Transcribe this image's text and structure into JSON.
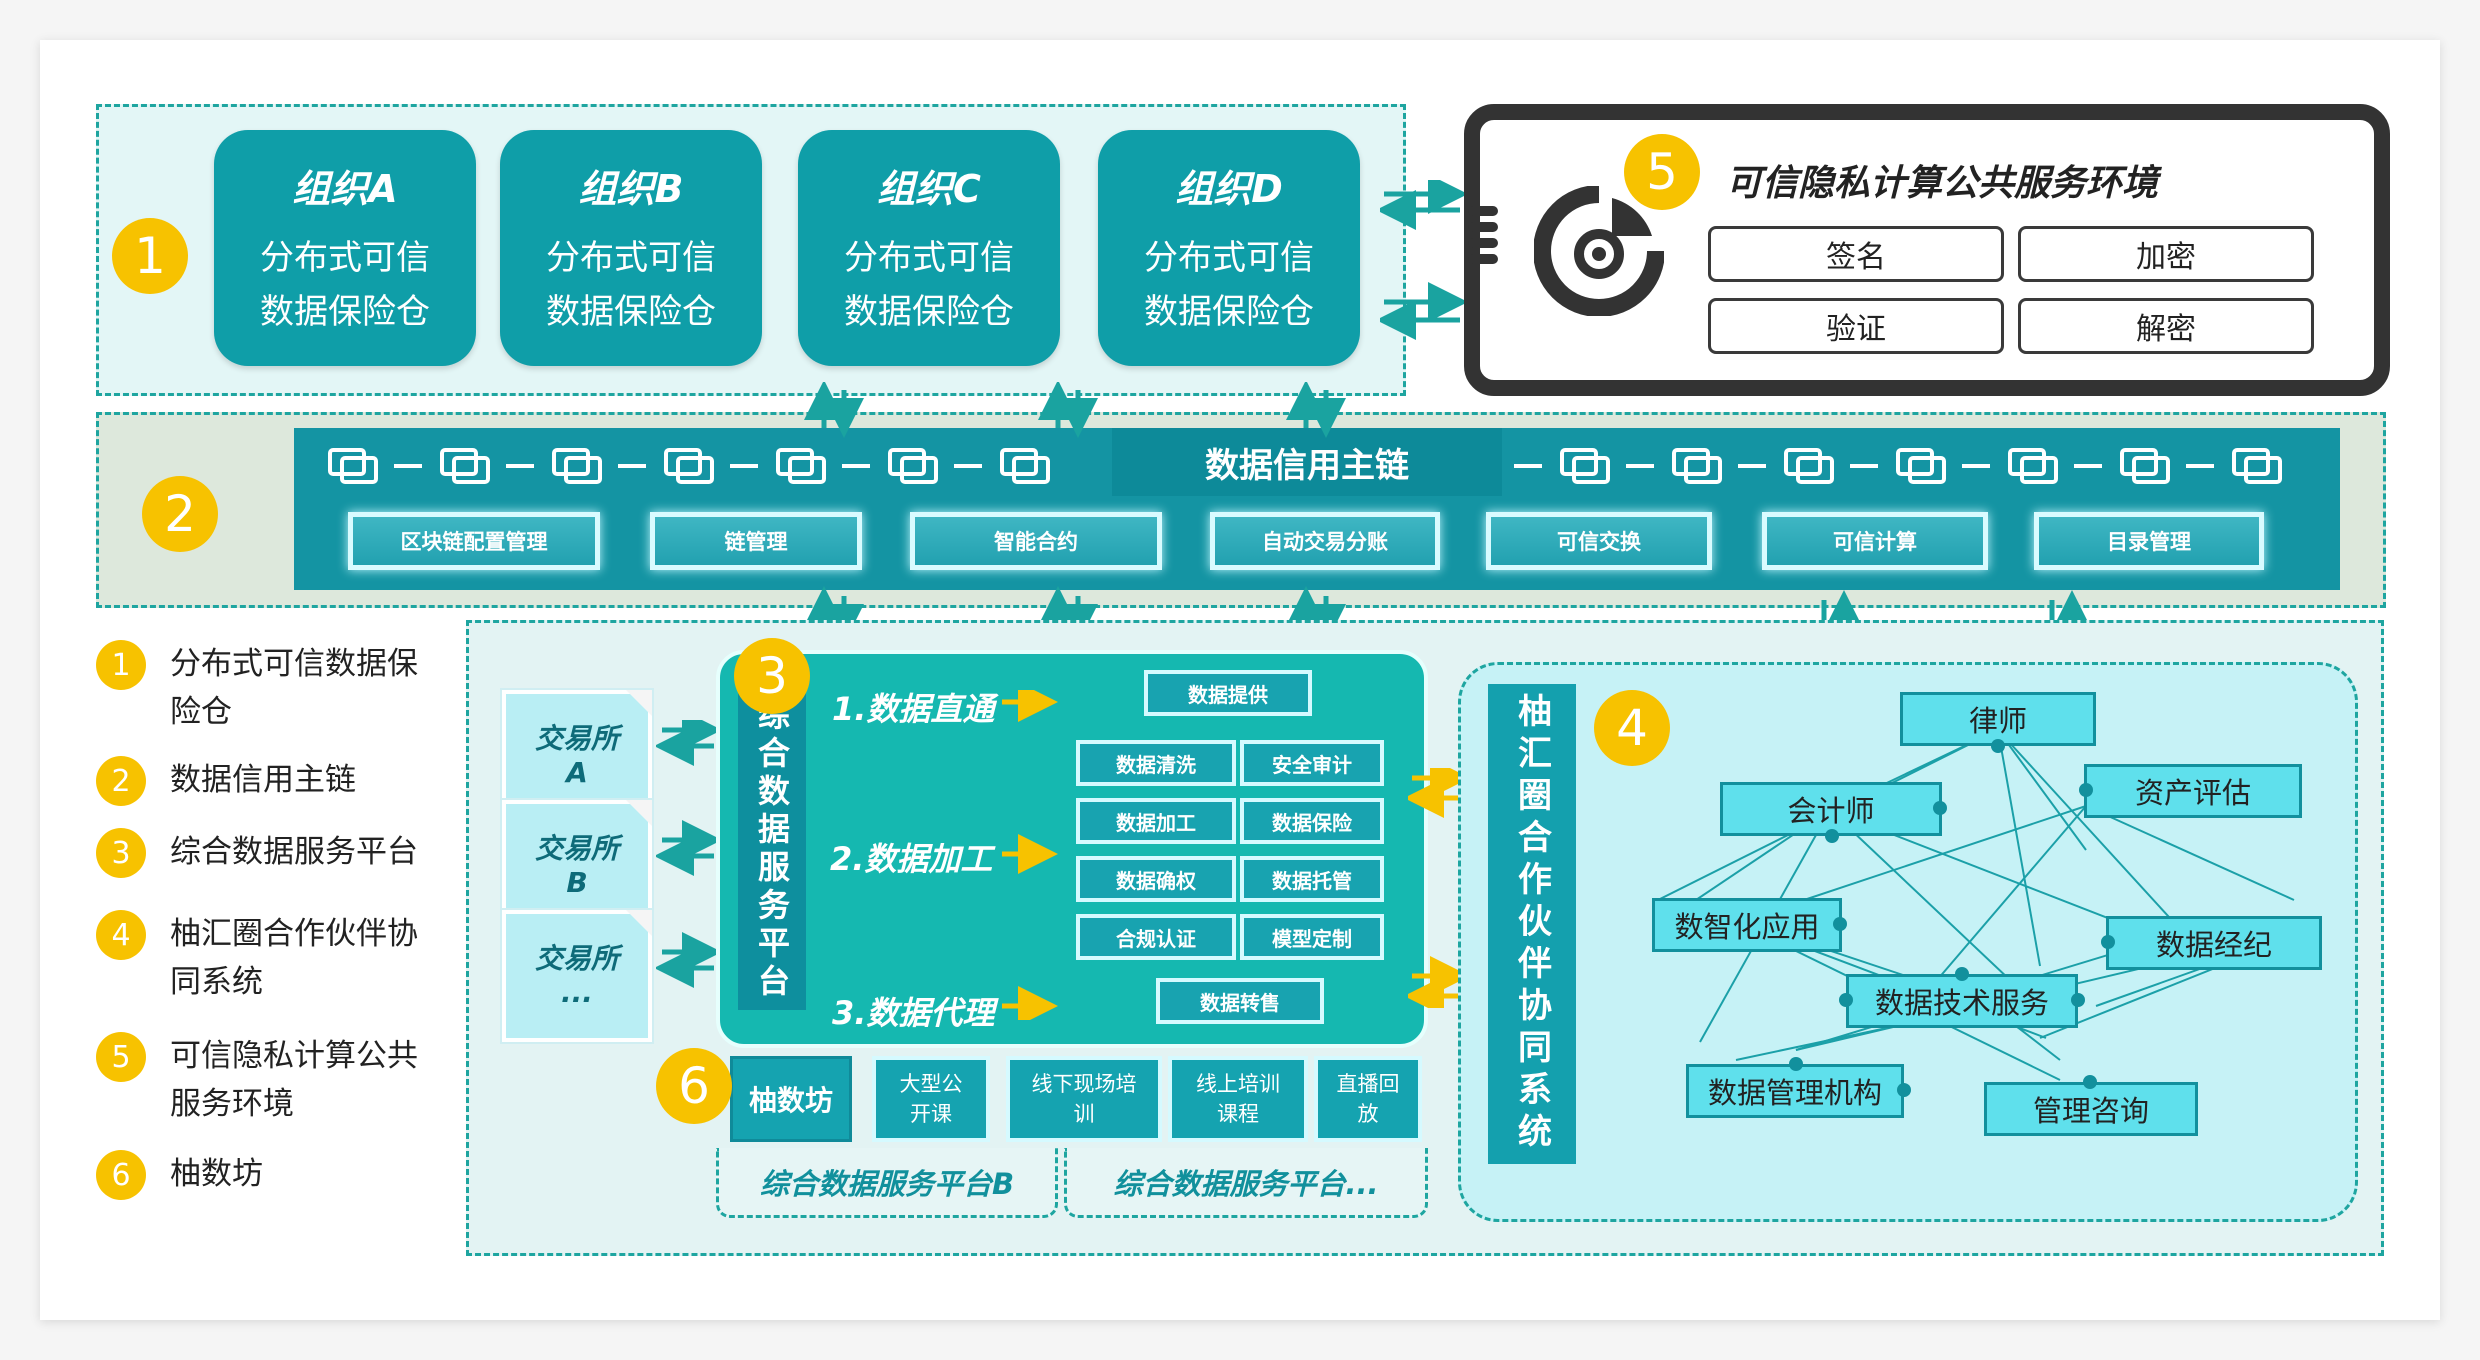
{
  "orgs": [
    {
      "name": "组织A",
      "line1": "分布式可信",
      "line2": "数据保险仓"
    },
    {
      "name": "组织B",
      "line1": "分布式可信",
      "line2": "数据保险仓"
    },
    {
      "name": "组织C",
      "line1": "分布式可信",
      "line2": "数据保险仓"
    },
    {
      "name": "组织D",
      "line1": "分布式可信",
      "line2": "数据保险仓"
    }
  ],
  "numbers": [
    "1",
    "2",
    "3",
    "4",
    "5",
    "6"
  ],
  "privacy": {
    "title": "可信隐私计算公共服务环境",
    "keys": [
      "签名",
      "加密",
      "验证",
      "解密"
    ]
  },
  "chain": {
    "title": "数据信用主链",
    "modules": [
      "区块链配置管理",
      "链管理",
      "智能合约",
      "自动交易分账",
      "可信交换",
      "可信计算",
      "目录管理"
    ]
  },
  "legend": [
    {
      "num": "1",
      "text": "分布式可信数据保险仓"
    },
    {
      "num": "2",
      "text": "数据信用主链"
    },
    {
      "num": "3",
      "text": "综合数据服务平台"
    },
    {
      "num": "4",
      "text": "柚汇圈合作伙伴协同系统"
    },
    {
      "num": "5",
      "text": "可信隐私计算公共服务环境"
    },
    {
      "num": "6",
      "text": "柚数坊"
    }
  ],
  "exchanges": [
    {
      "line1": "交易所",
      "line2": "A"
    },
    {
      "line1": "交易所",
      "line2": "B"
    },
    {
      "line1": "交易所",
      "line2": "..."
    }
  ],
  "platform": {
    "title": "综合数据服务平台",
    "steps": [
      "1.数据直通",
      "2.数据加工",
      "3.数据代理"
    ],
    "provide": "数据提供",
    "process": [
      "数据清洗",
      "安全审计",
      "数据加工",
      "数据保险",
      "数据确权",
      "数据托管",
      "合规认证",
      "模型定制"
    ],
    "resale": "数据转售"
  },
  "yzf": {
    "label": "柚数坊",
    "items": [
      {
        "line1": "大型公",
        "line2": "开课"
      },
      {
        "line1": "线下现场培",
        "line2": "训"
      },
      {
        "line1": "线上培训",
        "line2": "课程"
      },
      {
        "line1": "直播回",
        "line2": "放"
      }
    ]
  },
  "tabs": [
    "综合数据服务平台B",
    "综合数据服务平台..."
  ],
  "network": {
    "title": "柚汇圈合作伙伴协同系统",
    "nodes": [
      "律师",
      "会计师",
      "资产评估",
      "数智化应用",
      "数据经纪",
      "数据技术服务",
      "数据管理机构",
      "管理咨询"
    ]
  },
  "colors": {
    "teal": "#0f9ea8",
    "yellow": "#f7c200",
    "dark_teal": "#0d8a99"
  }
}
